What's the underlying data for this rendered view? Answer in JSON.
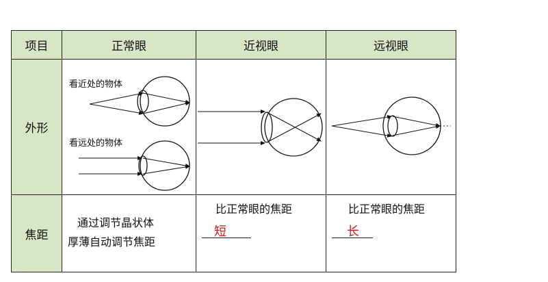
{
  "header": {
    "col_item": "项目",
    "col_normal": "正常眼",
    "col_myopia": "近视眼",
    "col_hyperopia": "远视眼"
  },
  "rows": {
    "shape_label": "外形",
    "focal_label": "焦距"
  },
  "normal_eye": {
    "near_caption": "看近处的物体",
    "far_caption": "看远处的物体",
    "focal_line1": "通过调节晶状体",
    "focal_line2": "厚薄自动调节焦距"
  },
  "myopia": {
    "focal_prefix": "比正常眼的焦距",
    "focal_answer": "短"
  },
  "hyperopia": {
    "focal_prefix": "比正常眼的焦距",
    "focal_answer": "长"
  },
  "colors": {
    "header_bg": "#d8e6c6",
    "answer_red": "#d21a1a",
    "line": "#222222"
  }
}
